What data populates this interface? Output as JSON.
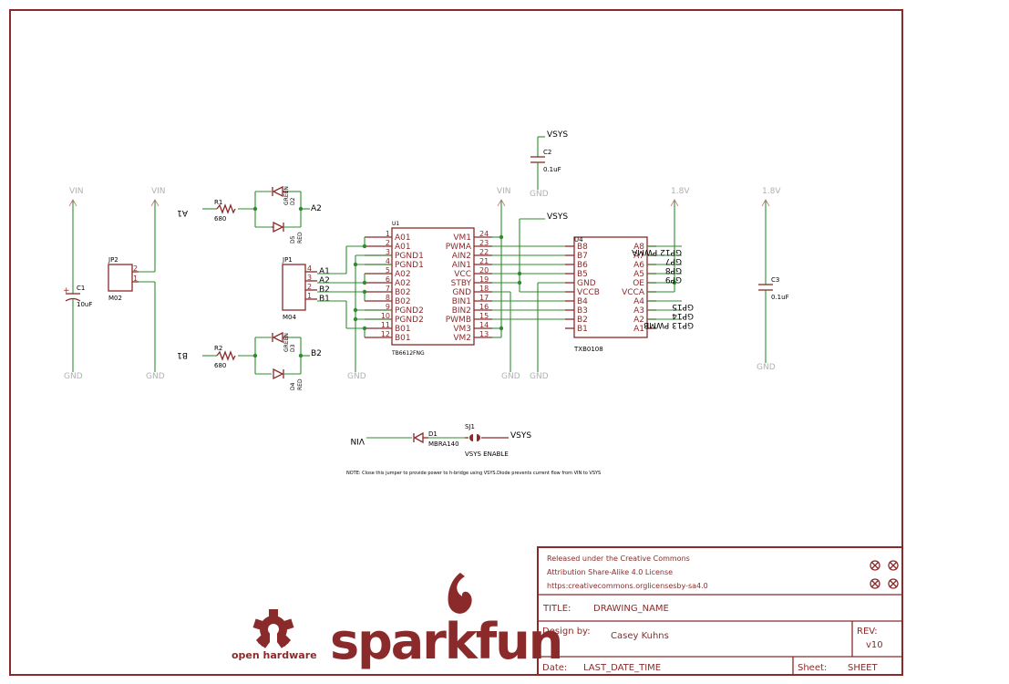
{
  "power": {
    "vin": "VIN",
    "gnd": "GND",
    "vsys": "VSYS",
    "v18": "1.8V"
  },
  "parts": {
    "c1": {
      "ref": "C1",
      "value": "10uF"
    },
    "c2": {
      "ref": "C2",
      "value": "0.1uF"
    },
    "c3": {
      "ref": "C3",
      "value": "0.1uF"
    },
    "jp2": {
      "ref": "JP2",
      "value": "M02",
      "pins": [
        "2",
        "1"
      ]
    },
    "jp1": {
      "ref": "JP1",
      "value": "M04",
      "pins": [
        "4",
        "3",
        "2",
        "1"
      ]
    },
    "r1": {
      "ref": "R1",
      "value": "680"
    },
    "r2": {
      "ref": "R2",
      "value": "680"
    },
    "d2": {
      "ref": "D2",
      "value": "GREEN"
    },
    "d5": {
      "ref": "D5",
      "value": "RED"
    },
    "d3": {
      "ref": "D3",
      "value": "GREEN"
    },
    "d4": {
      "ref": "D4",
      "value": "RED"
    },
    "u1": {
      "ref": "U1",
      "value": "TB6612FNG"
    },
    "u4": {
      "ref": "U4",
      "value": "TXB0108"
    },
    "d1": {
      "ref": "D1",
      "value": "MBRA140"
    },
    "sj1": {
      "ref": "SJ1",
      "value": "VSYS ENABLE"
    }
  },
  "nets": {
    "a1": "A1",
    "a2": "A2",
    "b1": "B1",
    "b2": "B2",
    "a1_mirror": "A1",
    "b1_mirror": "B1",
    "vin_mirror": "VIN",
    "gp12": "GP12 PWMA",
    "gp7": "GP7",
    "gp8": "GP8",
    "gp9": "GP9",
    "gp15": "GP15",
    "gp14": "GP14",
    "gp13": "GP13 PWMB"
  },
  "u1_left": [
    {
      "num": "1",
      "name": "A01"
    },
    {
      "num": "2",
      "name": "A01"
    },
    {
      "num": "3",
      "name": "PGND1"
    },
    {
      "num": "4",
      "name": "PGND1"
    },
    {
      "num": "5",
      "name": "A02"
    },
    {
      "num": "6",
      "name": "A02"
    },
    {
      "num": "7",
      "name": "B02"
    },
    {
      "num": "8",
      "name": "B02"
    },
    {
      "num": "9",
      "name": "PGND2"
    },
    {
      "num": "10",
      "name": "PGND2"
    },
    {
      "num": "11",
      "name": "B01"
    },
    {
      "num": "12",
      "name": "B01"
    }
  ],
  "u1_right": [
    {
      "num": "24",
      "name": "VM1"
    },
    {
      "num": "23",
      "name": "PWMA"
    },
    {
      "num": "22",
      "name": "AIN2"
    },
    {
      "num": "21",
      "name": "AIN1"
    },
    {
      "num": "20",
      "name": "VCC"
    },
    {
      "num": "19",
      "name": "STBY"
    },
    {
      "num": "18",
      "name": "GND"
    },
    {
      "num": "17",
      "name": "BIN1"
    },
    {
      "num": "16",
      "name": "BIN2"
    },
    {
      "num": "15",
      "name": "PWMB"
    },
    {
      "num": "14",
      "name": "VM3"
    },
    {
      "num": "13",
      "name": "VM2"
    }
  ],
  "u4_left": [
    "B8",
    "B7",
    "B6",
    "B5",
    "GND",
    "VCCB",
    "B4",
    "B3",
    "B2",
    "B1"
  ],
  "u4_right": [
    "A8",
    "A7",
    "A6",
    "A5",
    "OE",
    "VCCA",
    "A4",
    "A3",
    "A2",
    "A1"
  ],
  "note": "NOTE: Close this jumper to provide power to h-bridge using VSYS.Diode prevents current flow from VIN to VSYS",
  "titleblock": {
    "license1": "Released under the Creative Commons",
    "license2": "Attribution Share-Alike 4.0 License",
    "license3": "https:creativecommons.orglicensesby-sa4.0",
    "title_label": "TITLE:",
    "title_value": "DRAWING_NAME",
    "design_label": "Design by:",
    "design_value": "Casey Kuhns",
    "rev_label": "REV:",
    "rev_value": "v10",
    "date_label": "Date:",
    "date_value": "LAST_DATE_TIME",
    "sheet_label": "Sheet:",
    "sheet_value": "SHEET"
  },
  "logos": {
    "oshw": "open hardware",
    "sparkfun": "sparkfun"
  },
  "colors": {
    "frame": "#8b2a2a",
    "wire": "#2e8b2e",
    "power_label": "#b0b0b0"
  }
}
